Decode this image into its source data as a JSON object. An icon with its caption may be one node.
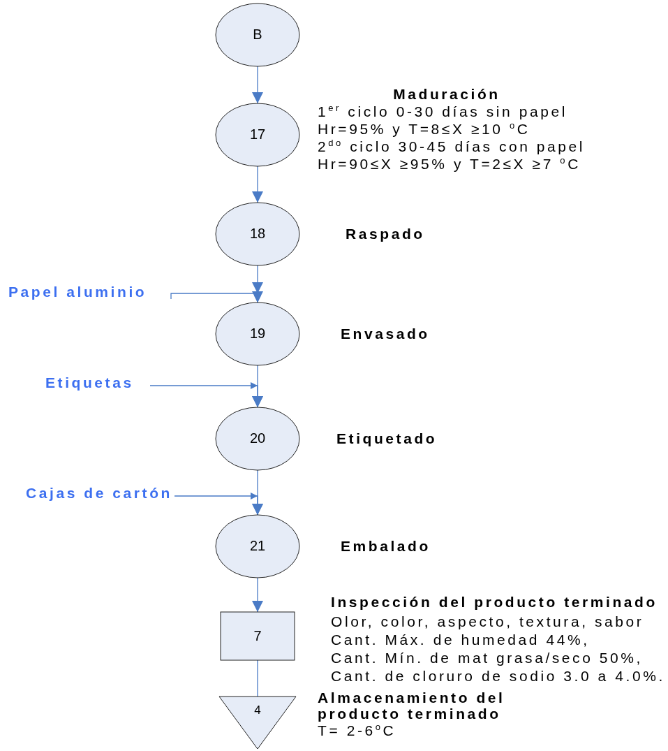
{
  "diagram": {
    "nodes": [
      {
        "text": [
          "B"
        ]
      },
      {
        "text": [
          "17"
        ],
        "beside": [
          "Maduración",
          "1$^{er}$ ciclo 0-30 días sin papel",
          "Hr=95% y T=8≤X ≥10 $^{o}$C",
          "2$^{do}$ ciclo 30-45 días con papel",
          "Hr=90≤X ≥95% y T=2≤X ≥7 $^{o}$C"
        ]
      },
      {
        "text": [
          "18"
        ],
        "beside": [
          "Raspado"
        ]
      },
      {
        "text": [
          "Papel aluminio"
        ]
      },
      {
        "text": [
          "19"
        ],
        "beside": [
          "Envasado"
        ]
      },
      {
        "text": [
          "Etiquetas"
        ]
      },
      {
        "text": [
          "20"
        ],
        "beside": [
          "Etiquetado"
        ]
      },
      {
        "text": [
          "Cajas de cartón"
        ]
      },
      {
        "text": [
          "21"
        ],
        "beside": [
          "Embalado"
        ]
      },
      {
        "text": [
          "7"
        ],
        "beside": [
          "Inspección del producto terminado",
          "Olor, color, aspecto, textura, sabor",
          "Cant. Máx. de humedad 44%,",
          "Cant. Mín. de mat grasa/seco 50%,",
          "Cant. de cloruro de sodio 3.0 a 4.0%."
        ]
      },
      {
        "text": [
          "4"
        ],
        "beside": [
          "Almacenamiento del producto terminado",
          "T= 2-6$^{o}$C"
        ]
      }
    ],
    "edges": [
      {
        "from": 0,
        "to": 1,
        "arrow": "to"
      },
      {
        "from": 1,
        "to": 2,
        "arrow": "to"
      },
      {
        "from": 2,
        "to": 4,
        "arrow": "to"
      },
      {
        "from": 3,
        "to": 4,
        "arrow": "to"
      },
      {
        "from": 4,
        "to": 6,
        "arrow": "to"
      },
      {
        "from": 5,
        "to": 6,
        "arrow": "to"
      },
      {
        "from": 6,
        "to": 8,
        "arrow": "to"
      },
      {
        "from": 7,
        "to": 8,
        "arrow": "to"
      },
      {
        "from": 8,
        "to": 9,
        "arrow": "to"
      },
      {
        "from": 9,
        "to": 10,
        "arrow": "none"
      }
    ]
  }
}
